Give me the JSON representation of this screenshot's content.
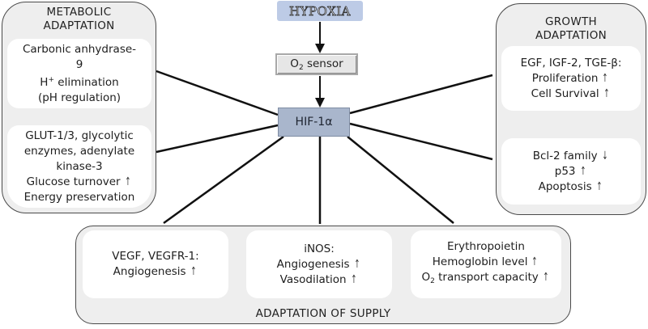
{
  "center": {
    "hypoxia": "HYPOXIA",
    "o2_sensor": {
      "prefix": "O",
      "sub": "2",
      "suffix": " sensor"
    },
    "hif": "HIF-1α"
  },
  "metabolic": {
    "title_line1": "METABOLIC",
    "title_line2": "ADAPTATION",
    "box1": {
      "line1": "Carbonic anhydrase-",
      "line2": "9",
      "line3_prefix": "H",
      "line3_sup": "+",
      "line3_suffix": " elimination",
      "line4": "(pH regulation)"
    },
    "box2": {
      "line1": "GLUT-1/3, glycolytic",
      "line2": "enzymes, adenylate",
      "line3": "kinase-3",
      "line4": "Glucose turnover",
      "line4_arrow": "↑",
      "line5": "Energy preservation"
    }
  },
  "growth": {
    "title_line1": "GROWTH",
    "title_line2": "ADAPTATION",
    "box1": {
      "line1": "EGF, IGF-2, TGE-β:",
      "line2": "Proliferation",
      "line2_arrow": "↑",
      "line3": "Cell Survival",
      "line3_arrow": "↑"
    },
    "box2": {
      "line1": "Bcl-2 family",
      "line1_arrow": "↓",
      "line2": "p53",
      "line2_arrow": "↑",
      "line3": "Apoptosis",
      "line3_arrow": "↑"
    }
  },
  "supply": {
    "title": "ADAPTATION OF SUPPLY",
    "box1": {
      "line1": "VEGF, VEGFR-1:",
      "line2": "Angiogenesis",
      "line2_arrow": "↑"
    },
    "box2": {
      "line1": "iNOS:",
      "line2": "Angiogenesis",
      "line2_arrow": "↑",
      "line3": "Vasodilation",
      "line3_arrow": "↑"
    },
    "box3": {
      "line1": "Erythropoietin",
      "line2": "Hemoglobin level",
      "line2_arrow": "↑",
      "line3_prefix": "O",
      "line3_sub": "2",
      "line3_suffix": " transport capacity",
      "line3_arrow": "↑"
    }
  },
  "connections": [
    {
      "from": "hypoxia",
      "to": "o2-sensor"
    },
    {
      "from": "o2-sensor",
      "to": "hif-1a"
    },
    {
      "from": "hif-1a",
      "to": "metabolic-box-1"
    },
    {
      "from": "hif-1a",
      "to": "metabolic-box-2"
    },
    {
      "from": "hif-1a",
      "to": "growth-box-1"
    },
    {
      "from": "hif-1a",
      "to": "growth-box-2"
    },
    {
      "from": "hif-1a",
      "to": "supply-box-1"
    },
    {
      "from": "hif-1a",
      "to": "supply-box-2"
    },
    {
      "from": "hif-1a",
      "to": "supply-box-3"
    }
  ]
}
